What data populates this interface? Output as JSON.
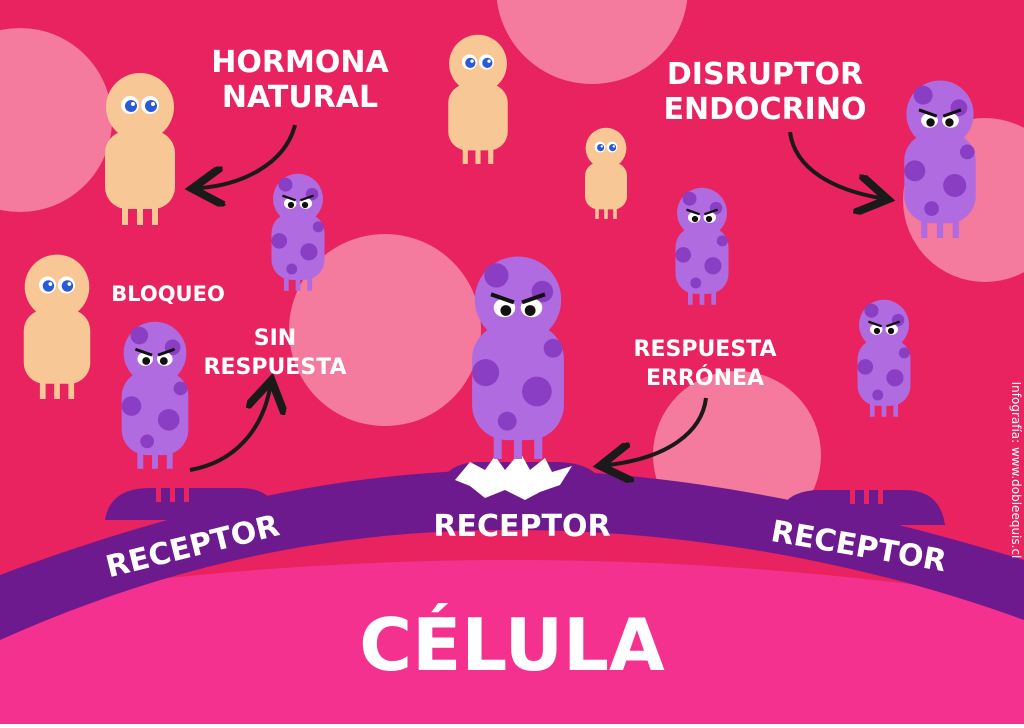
{
  "labels": {
    "natural_hormone": [
      "HORMONA",
      "NATURAL"
    ],
    "endocrine_disruptor": [
      "DISRUPTOR",
      "ENDOCRINO"
    ],
    "block": "BLOQUEO",
    "no_response": [
      "SIN",
      "RESPUESTA"
    ],
    "wrong_response": [
      "RESPUESTA",
      "ERRÓNEA"
    ],
    "receptor_left": "RECEPTOR",
    "receptor_center": "RECEPTOR",
    "receptor_right": "RECEPTOR",
    "cell": "CÉLULA",
    "credit": "Infografía: www.dobleequis.cl"
  },
  "colors": {
    "background": "#e8235f",
    "circle": "#f47a9e",
    "membrane": "#6e1a8f",
    "membrane_inner": "#4d1269",
    "cell": "#f5318f",
    "hormone": "#f8c796",
    "disruptor": "#b06be0",
    "disruptor_spot": "#8a3ec4",
    "text": "#ffffff"
  }
}
